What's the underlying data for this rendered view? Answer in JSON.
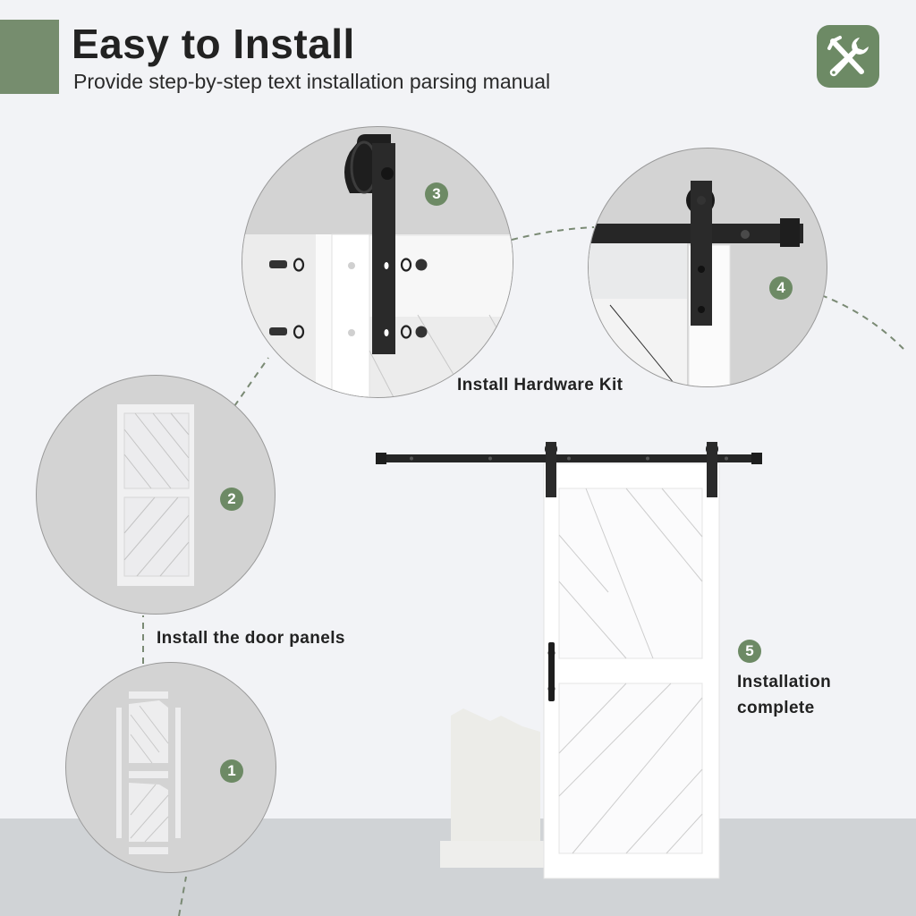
{
  "header": {
    "title": "Easy to Install",
    "subtitle": "Provide step-by-step text installation parsing manual",
    "icon": "tools-icon"
  },
  "colors": {
    "accent_green": "#6d8a65",
    "header_block": "#768d6e",
    "background": "#f2f3f6",
    "floor": "#d0d3d6",
    "circle_fill": "#d3d3d3",
    "hardware": "#2b2b2b"
  },
  "steps": [
    {
      "number": "1",
      "label": ""
    },
    {
      "number": "2",
      "label": "Install the door panels"
    },
    {
      "number": "3",
      "label": ""
    },
    {
      "number": "4",
      "label": "Install Hardware Kit"
    },
    {
      "number": "5",
      "label_line1": "Installation",
      "label_line2": "complete"
    }
  ]
}
